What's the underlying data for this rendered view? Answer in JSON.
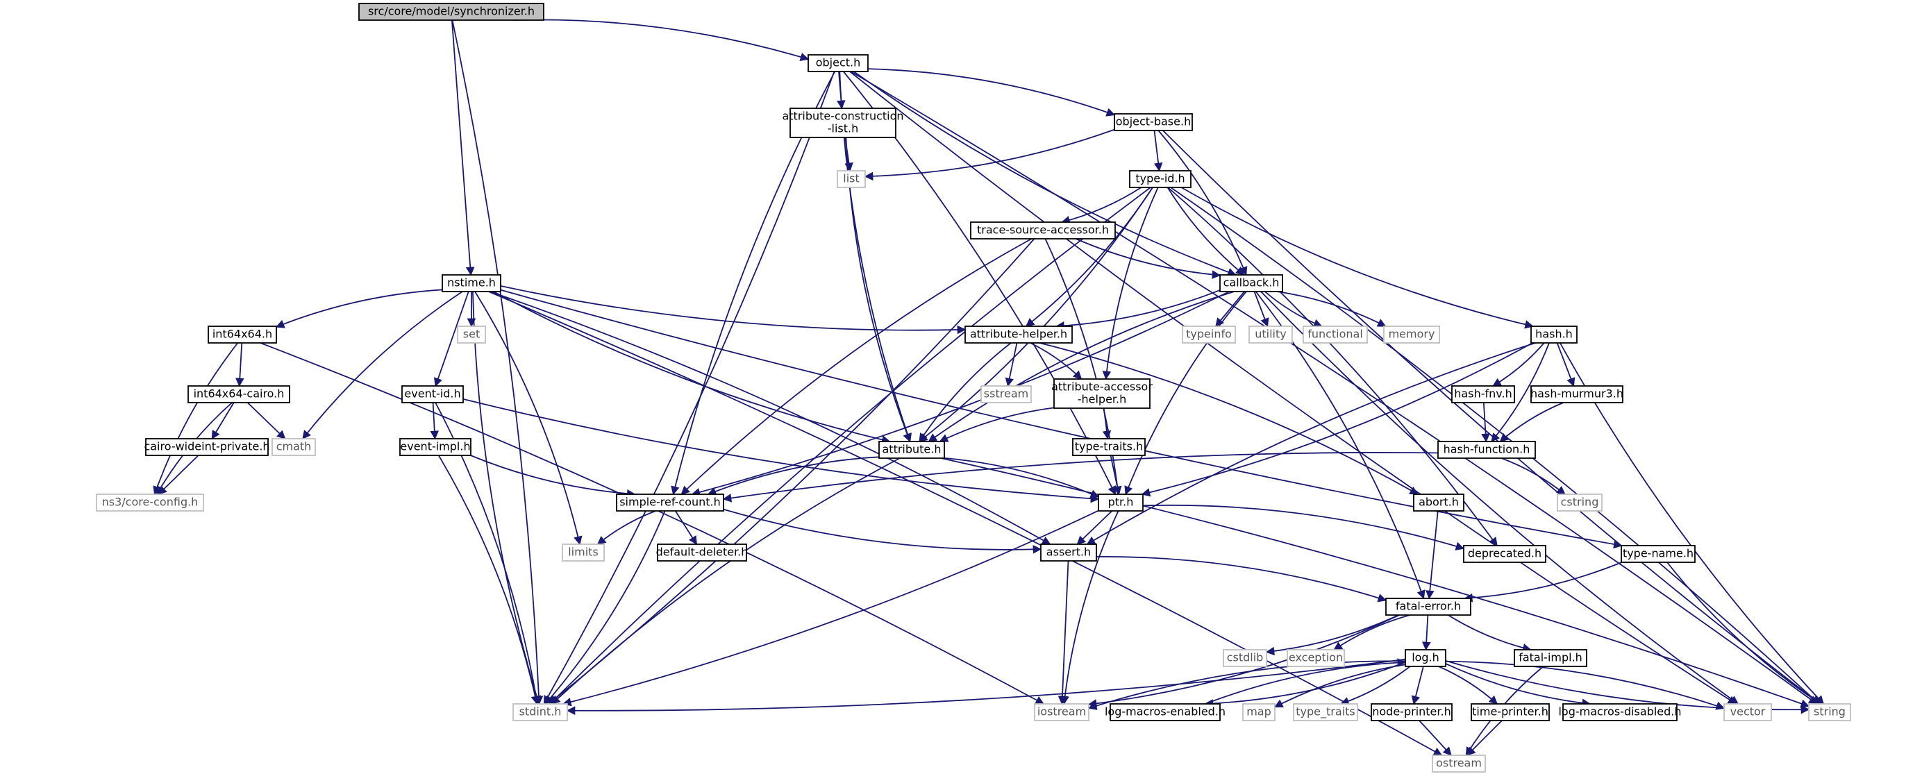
{
  "colors": {
    "edge": "#191970",
    "focus_fill": "#bfbfbf",
    "local_border": "#000000",
    "system_border": "#bfbfbf"
  },
  "nodes": [
    {
      "id": "synchronizer",
      "label": "src/core/model/synchronizer.h",
      "kind": "focus"
    },
    {
      "id": "object",
      "label": "object.h",
      "kind": "local"
    },
    {
      "id": "nstime",
      "label": "nstime.h",
      "kind": "local"
    },
    {
      "id": "attr_construction",
      "label": [
        "attribute-construction",
        "-list.h"
      ],
      "kind": "local"
    },
    {
      "id": "object_base",
      "label": "object-base.h",
      "kind": "local"
    },
    {
      "id": "list",
      "label": "list",
      "kind": "system"
    },
    {
      "id": "type_id",
      "label": "type-id.h",
      "kind": "local"
    },
    {
      "id": "trace_source",
      "label": "trace-source-accessor.h",
      "kind": "local"
    },
    {
      "id": "callback",
      "label": "callback.h",
      "kind": "local"
    },
    {
      "id": "int64x64",
      "label": "int64x64.h",
      "kind": "local"
    },
    {
      "id": "set",
      "label": "set",
      "kind": "system"
    },
    {
      "id": "attribute_helper",
      "label": "attribute-helper.h",
      "kind": "local"
    },
    {
      "id": "typeinfo",
      "label": "typeinfo",
      "kind": "system"
    },
    {
      "id": "utility",
      "label": "utility",
      "kind": "system"
    },
    {
      "id": "functional",
      "label": "functional",
      "kind": "system"
    },
    {
      "id": "memory",
      "label": "memory",
      "kind": "system"
    },
    {
      "id": "hash",
      "label": "hash.h",
      "kind": "local"
    },
    {
      "id": "int64x64_cairo",
      "label": "int64x64-cairo.h",
      "kind": "local"
    },
    {
      "id": "event_id",
      "label": "event-id.h",
      "kind": "local"
    },
    {
      "id": "sstream",
      "label": "sstream",
      "kind": "system"
    },
    {
      "id": "attr_accessor",
      "label": [
        "attribute-accessor",
        "-helper.h"
      ],
      "kind": "local"
    },
    {
      "id": "hash_fnv",
      "label": "hash-fnv.h",
      "kind": "local"
    },
    {
      "id": "hash_murmur3",
      "label": "hash-murmur3.h",
      "kind": "local"
    },
    {
      "id": "cairo_wideint",
      "label": "cairo-wideint-private.h",
      "kind": "local"
    },
    {
      "id": "cmath",
      "label": "cmath",
      "kind": "system"
    },
    {
      "id": "event_impl",
      "label": "event-impl.h",
      "kind": "local"
    },
    {
      "id": "attribute",
      "label": "attribute.h",
      "kind": "local"
    },
    {
      "id": "type_traits_h",
      "label": "type-traits.h",
      "kind": "local"
    },
    {
      "id": "hash_function",
      "label": "hash-function.h",
      "kind": "local"
    },
    {
      "id": "ns3_config",
      "label": "ns3/core-config.h",
      "kind": "system"
    },
    {
      "id": "simple_ref_count",
      "label": "simple-ref-count.h",
      "kind": "local"
    },
    {
      "id": "ptr",
      "label": "ptr.h",
      "kind": "local"
    },
    {
      "id": "abort",
      "label": "abort.h",
      "kind": "local"
    },
    {
      "id": "cstring",
      "label": "cstring",
      "kind": "system"
    },
    {
      "id": "limits",
      "label": "limits",
      "kind": "system"
    },
    {
      "id": "default_deleter",
      "label": "default-deleter.h",
      "kind": "local"
    },
    {
      "id": "assert",
      "label": "assert.h",
      "kind": "local"
    },
    {
      "id": "deprecated",
      "label": "deprecated.h",
      "kind": "local"
    },
    {
      "id": "type_name",
      "label": "type-name.h",
      "kind": "local"
    },
    {
      "id": "fatal_error",
      "label": "fatal-error.h",
      "kind": "local"
    },
    {
      "id": "cstdlib",
      "label": "cstdlib",
      "kind": "system"
    },
    {
      "id": "exception",
      "label": "exception",
      "kind": "system"
    },
    {
      "id": "log",
      "label": "log.h",
      "kind": "local"
    },
    {
      "id": "fatal_impl",
      "label": "fatal-impl.h",
      "kind": "local"
    },
    {
      "id": "stdint",
      "label": "stdint.h",
      "kind": "system"
    },
    {
      "id": "iostream",
      "label": "iostream",
      "kind": "system"
    },
    {
      "id": "log_macros_enabled",
      "label": "log-macros-enabled.h",
      "kind": "local"
    },
    {
      "id": "map",
      "label": "map",
      "kind": "system"
    },
    {
      "id": "type_traits",
      "label": "type_traits",
      "kind": "system"
    },
    {
      "id": "node_printer",
      "label": "node-printer.h",
      "kind": "local"
    },
    {
      "id": "time_printer",
      "label": "time-printer.h",
      "kind": "local"
    },
    {
      "id": "log_macros_disabled",
      "label": "log-macros-disabled.h",
      "kind": "local"
    },
    {
      "id": "vector",
      "label": "vector",
      "kind": "system"
    },
    {
      "id": "string",
      "label": "string",
      "kind": "system"
    },
    {
      "id": "ostream",
      "label": "ostream",
      "kind": "system"
    }
  ],
  "edges": [
    [
      "synchronizer",
      "object"
    ],
    [
      "synchronizer",
      "nstime"
    ],
    [
      "synchronizer",
      "stdint"
    ],
    [
      "object",
      "attr_construction"
    ],
    [
      "object",
      "object_base"
    ],
    [
      "object",
      "attribute"
    ],
    [
      "object",
      "ptr"
    ],
    [
      "object",
      "simple_ref_count"
    ],
    [
      "object",
      "stdint"
    ],
    [
      "object",
      "vector"
    ],
    [
      "object",
      "string"
    ],
    [
      "object",
      "callback"
    ],
    [
      "attr_construction",
      "list"
    ],
    [
      "attr_construction",
      "attribute"
    ],
    [
      "object_base",
      "list"
    ],
    [
      "object_base",
      "type_id"
    ],
    [
      "object_base",
      "callback"
    ],
    [
      "object_base",
      "string"
    ],
    [
      "type_id",
      "trace_source"
    ],
    [
      "type_id",
      "callback"
    ],
    [
      "type_id",
      "attribute_helper"
    ],
    [
      "type_id",
      "attr_accessor"
    ],
    [
      "type_id",
      "attribute"
    ],
    [
      "type_id",
      "hash"
    ],
    [
      "type_id",
      "deprecated"
    ],
    [
      "type_id",
      "stdint"
    ],
    [
      "type_id",
      "string"
    ],
    [
      "trace_source",
      "callback"
    ],
    [
      "trace_source",
      "ptr"
    ],
    [
      "trace_source",
      "simple_ref_count"
    ],
    [
      "trace_source",
      "stdint"
    ],
    [
      "nstime",
      "int64x64"
    ],
    [
      "nstime",
      "set"
    ],
    [
      "nstime",
      "attribute_helper"
    ],
    [
      "nstime",
      "event_id"
    ],
    [
      "nstime",
      "attribute"
    ],
    [
      "nstime",
      "assert"
    ],
    [
      "nstime",
      "cmath"
    ],
    [
      "nstime",
      "limits"
    ],
    [
      "nstime",
      "stdint"
    ],
    [
      "nstime",
      "ostream"
    ],
    [
      "nstime",
      "type_name"
    ],
    [
      "callback",
      "attribute_helper"
    ],
    [
      "callback",
      "typeinfo"
    ],
    [
      "callback",
      "utility"
    ],
    [
      "callback",
      "functional"
    ],
    [
      "callback",
      "memory"
    ],
    [
      "callback",
      "ptr"
    ],
    [
      "callback",
      "simple_ref_count"
    ],
    [
      "callback",
      "attribute"
    ],
    [
      "callback",
      "fatal_error"
    ],
    [
      "callback",
      "vector"
    ],
    [
      "int64x64",
      "int64x64_cairo"
    ],
    [
      "int64x64",
      "ns3_config"
    ],
    [
      "int64x64",
      "iostream"
    ],
    [
      "int64x64_cairo",
      "cairo_wideint"
    ],
    [
      "int64x64_cairo",
      "cmath"
    ],
    [
      "int64x64_cairo",
      "ns3_config"
    ],
    [
      "cairo_wideint",
      "ns3_config"
    ],
    [
      "attribute_helper",
      "sstream"
    ],
    [
      "attribute_helper",
      "attr_accessor"
    ],
    [
      "attribute_helper",
      "attribute"
    ],
    [
      "attribute_helper",
      "abort"
    ],
    [
      "attr_accessor",
      "attribute"
    ],
    [
      "attr_accessor",
      "type_traits_h"
    ],
    [
      "type_traits_h",
      "ptr"
    ],
    [
      "hash",
      "hash_fnv"
    ],
    [
      "hash",
      "hash_murmur3"
    ],
    [
      "hash",
      "hash_function"
    ],
    [
      "hash",
      "assert"
    ],
    [
      "hash",
      "ptr"
    ],
    [
      "hash",
      "string"
    ],
    [
      "hash_fnv",
      "hash_function"
    ],
    [
      "hash_murmur3",
      "hash_function"
    ],
    [
      "hash_function",
      "cstring"
    ],
    [
      "hash_function",
      "simple_ref_count"
    ],
    [
      "event_id",
      "event_impl"
    ],
    [
      "event_id",
      "ptr"
    ],
    [
      "event_id",
      "stdint"
    ],
    [
      "event_impl",
      "simple_ref_count"
    ],
    [
      "event_impl",
      "stdint"
    ],
    [
      "attribute",
      "simple_ref_count"
    ],
    [
      "attribute",
      "ptr"
    ],
    [
      "attribute",
      "stdint"
    ],
    [
      "attribute",
      "string"
    ],
    [
      "simple_ref_count",
      "limits"
    ],
    [
      "simple_ref_count",
      "default_deleter"
    ],
    [
      "simple_ref_count",
      "assert"
    ],
    [
      "simple_ref_count",
      "stdint"
    ],
    [
      "ptr",
      "assert"
    ],
    [
      "ptr",
      "deprecated"
    ],
    [
      "ptr",
      "iostream"
    ],
    [
      "ptr",
      "stdint"
    ],
    [
      "abort",
      "fatal_error"
    ],
    [
      "assert",
      "fatal_error"
    ],
    [
      "assert",
      "iostream"
    ],
    [
      "type_name",
      "fatal_error"
    ],
    [
      "type_name",
      "string"
    ],
    [
      "fatal_error",
      "cstdlib"
    ],
    [
      "fatal_error",
      "exception"
    ],
    [
      "fatal_error",
      "log"
    ],
    [
      "fatal_error",
      "fatal_impl"
    ],
    [
      "fatal_error",
      "iostream"
    ],
    [
      "fatal_impl",
      "ostream"
    ],
    [
      "log",
      "stdint"
    ],
    [
      "log",
      "iostream"
    ],
    [
      "log",
      "log_macros_enabled"
    ],
    [
      "log",
      "map"
    ],
    [
      "log",
      "type_traits"
    ],
    [
      "log",
      "node_printer"
    ],
    [
      "log",
      "time_printer"
    ],
    [
      "log",
      "log_macros_disabled"
    ],
    [
      "log",
      "vector"
    ],
    [
      "log",
      "string"
    ],
    [
      "log_macros_enabled",
      "log"
    ],
    [
      "node_printer",
      "ostream"
    ],
    [
      "time_printer",
      "ostream"
    ]
  ]
}
